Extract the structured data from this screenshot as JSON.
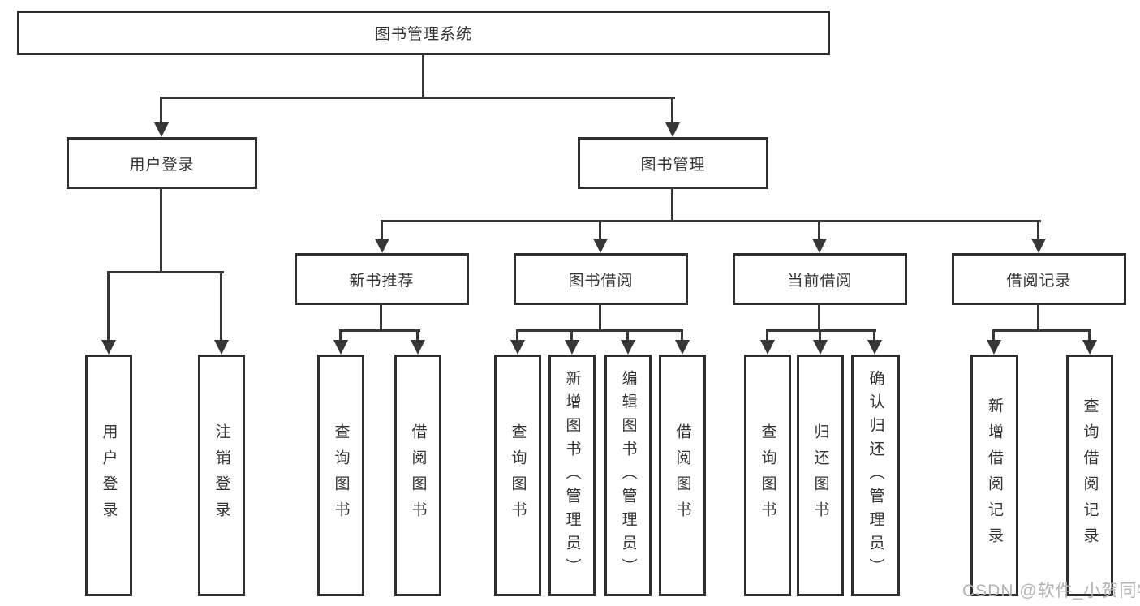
{
  "diagram_title": "图书管理系统",
  "colors": {
    "background": "#ffffff",
    "box_border": "#2f2f2f",
    "connector_line": "#373737",
    "text": "#333333",
    "watermark": "#b3b3b3"
  },
  "nodes": {
    "root": {
      "label": "图书管理系统"
    },
    "user_login": {
      "label": "用户登录"
    },
    "book_management": {
      "label": "图书管理"
    },
    "new_book_recommend": {
      "label": "新书推荐"
    },
    "book_borrow": {
      "label": "图书借阅"
    },
    "current_borrow": {
      "label": "当前借阅"
    },
    "borrow_records": {
      "label": "借阅记录"
    },
    "leaf_user_login": {
      "label": "用户登录"
    },
    "leaf_logout": {
      "label": "注销登录"
    },
    "rec_query_books": {
      "label": "查询图书"
    },
    "rec_borrow_books": {
      "label": "借阅图书"
    },
    "borrow_query_books": {
      "label": "查询图书"
    },
    "borrow_add_books": {
      "label": "新增图书（管理员）"
    },
    "borrow_edit_books": {
      "label": "编辑图书（管理员）"
    },
    "borrow_borrow_books": {
      "label": "借阅图书"
    },
    "current_query_books": {
      "label": "查询图书"
    },
    "current_return_books": {
      "label": "归还图书"
    },
    "current_confirm_return": {
      "label": "确认归还（管理员）"
    },
    "records_add_record": {
      "label": "新增借阅记录"
    },
    "records_query_record": {
      "label": "查询借阅记录"
    }
  },
  "hierarchy": {
    "图书管理系统": [
      "用户登录",
      "图书管理"
    ],
    "用户登录": [
      "用户登录",
      "注销登录"
    ],
    "图书管理": [
      "新书推荐",
      "图书借阅",
      "当前借阅",
      "借阅记录"
    ],
    "新书推荐": [
      "查询图书",
      "借阅图书"
    ],
    "图书借阅": [
      "查询图书",
      "新增图书（管理员）",
      "编辑图书（管理员）",
      "借阅图书"
    ],
    "当前借阅": [
      "查询图书",
      "归还图书",
      "确认归还（管理员）"
    ],
    "借阅记录": [
      "新增借阅记录",
      "查询借阅记录"
    ]
  },
  "watermark": {
    "text": "CSDN @软件_小贺同学"
  }
}
